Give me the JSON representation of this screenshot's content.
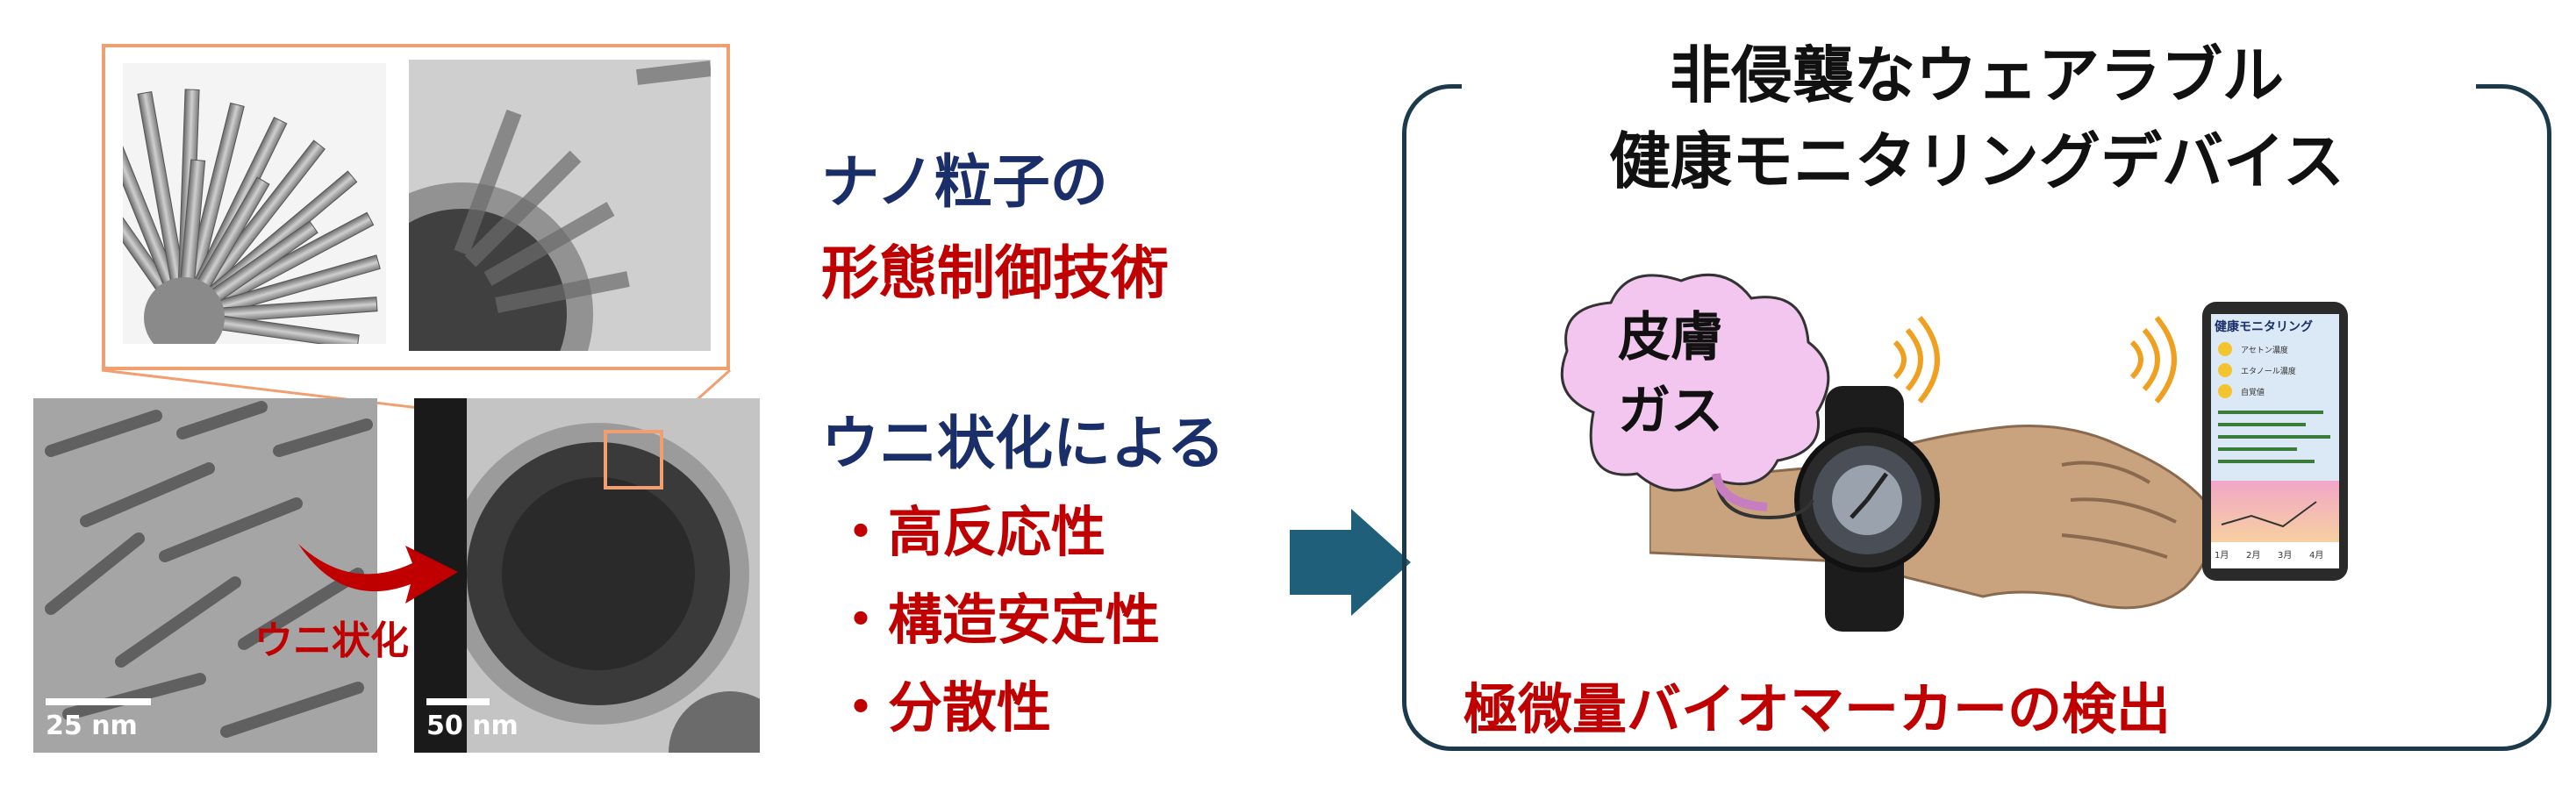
{
  "left": {
    "scale_bar_1": "25 nm",
    "scale_bar_2": "50 nm",
    "transform_label": "ウニ状化"
  },
  "middle": {
    "heading_line1": "ナノ粒子の",
    "heading_line2": "形態制御技術",
    "subheading": "ウニ状化による",
    "benefits": [
      "・高反応性",
      "・構造安定性",
      "・分散性"
    ]
  },
  "right": {
    "title_line1": "非侵襲なウェアラブル",
    "title_line2": "健康モニタリングデバイス",
    "cloud_line1": "皮膚",
    "cloud_line2": "ガス",
    "bottom_caption": "極微量バイオマーカーの検出",
    "phone": {
      "title": "健康モニタリング",
      "rows": [
        "アセトン濃度",
        "エタノール濃度",
        "自覚値"
      ],
      "months": [
        "1月",
        "2月",
        "3月",
        "4月"
      ]
    }
  },
  "colors": {
    "navy_text": "#1a2f6a",
    "red_text": "#c00000",
    "arrow": "#1f5f7a",
    "zoom_box": "#f0a070",
    "panel_border": "#1b3a4b",
    "cloud": "#f2c6ee"
  }
}
